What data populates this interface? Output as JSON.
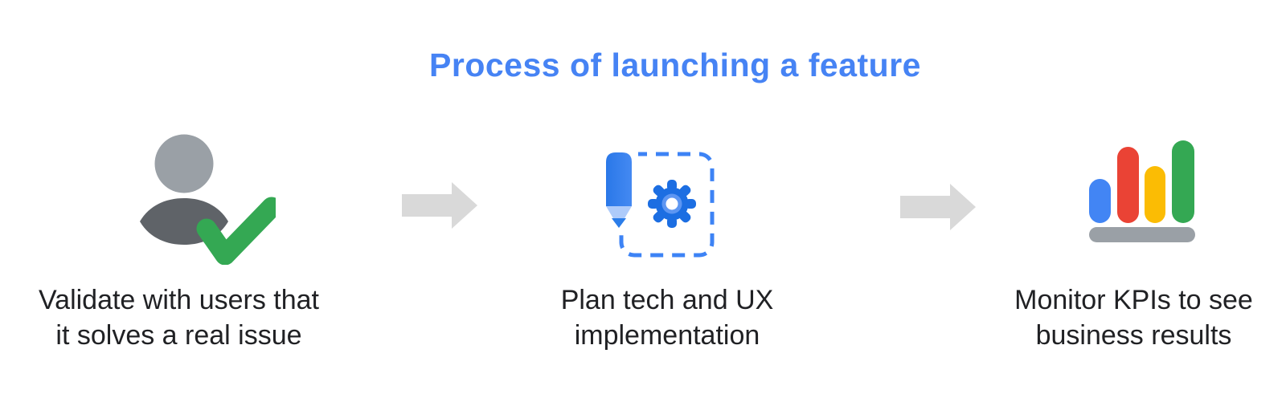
{
  "title": {
    "text": "Process of launching a feature",
    "color": "#4683F4"
  },
  "steps": [
    {
      "id": "validate",
      "icon": "user-check-icon",
      "lines": [
        "Validate with users that",
        "it solves a real issue"
      ]
    },
    {
      "id": "plan",
      "icon": "pencil-gear-icon",
      "lines": [
        "Plan tech and UX",
        "implementation"
      ]
    },
    {
      "id": "monitor",
      "icon": "bar-chart-icon",
      "lines": [
        "Monitor KPIs to see",
        "business results"
      ]
    }
  ],
  "connectors": [
    {
      "icon": "arrow-right-icon"
    },
    {
      "icon": "arrow-right-icon"
    }
  ],
  "colors": {
    "title_blue": "#4683F4",
    "label_text": "#202124",
    "arrow_gray": "#D9D9D9",
    "person_head_gray": "#9AA0A6",
    "person_body_gray": "#5F6368",
    "check_green": "#34A853",
    "pencil_blue_dark": "#2A78E8",
    "pencil_blue_light": "#4489F2",
    "pencil_tip_light": "#AECBFA",
    "pencil_point_blue": "#2B7DE9",
    "gear_blue": "#1C6EE2",
    "gear_ring_blue": "#5D96F2",
    "dashed_box_blue": "#3D83F5",
    "bar_blue": "#4285F4",
    "bar_red": "#EA4335",
    "bar_yellow": "#FBBC04",
    "bar_green": "#34A853",
    "bar_base_gray": "#9AA0A6"
  }
}
